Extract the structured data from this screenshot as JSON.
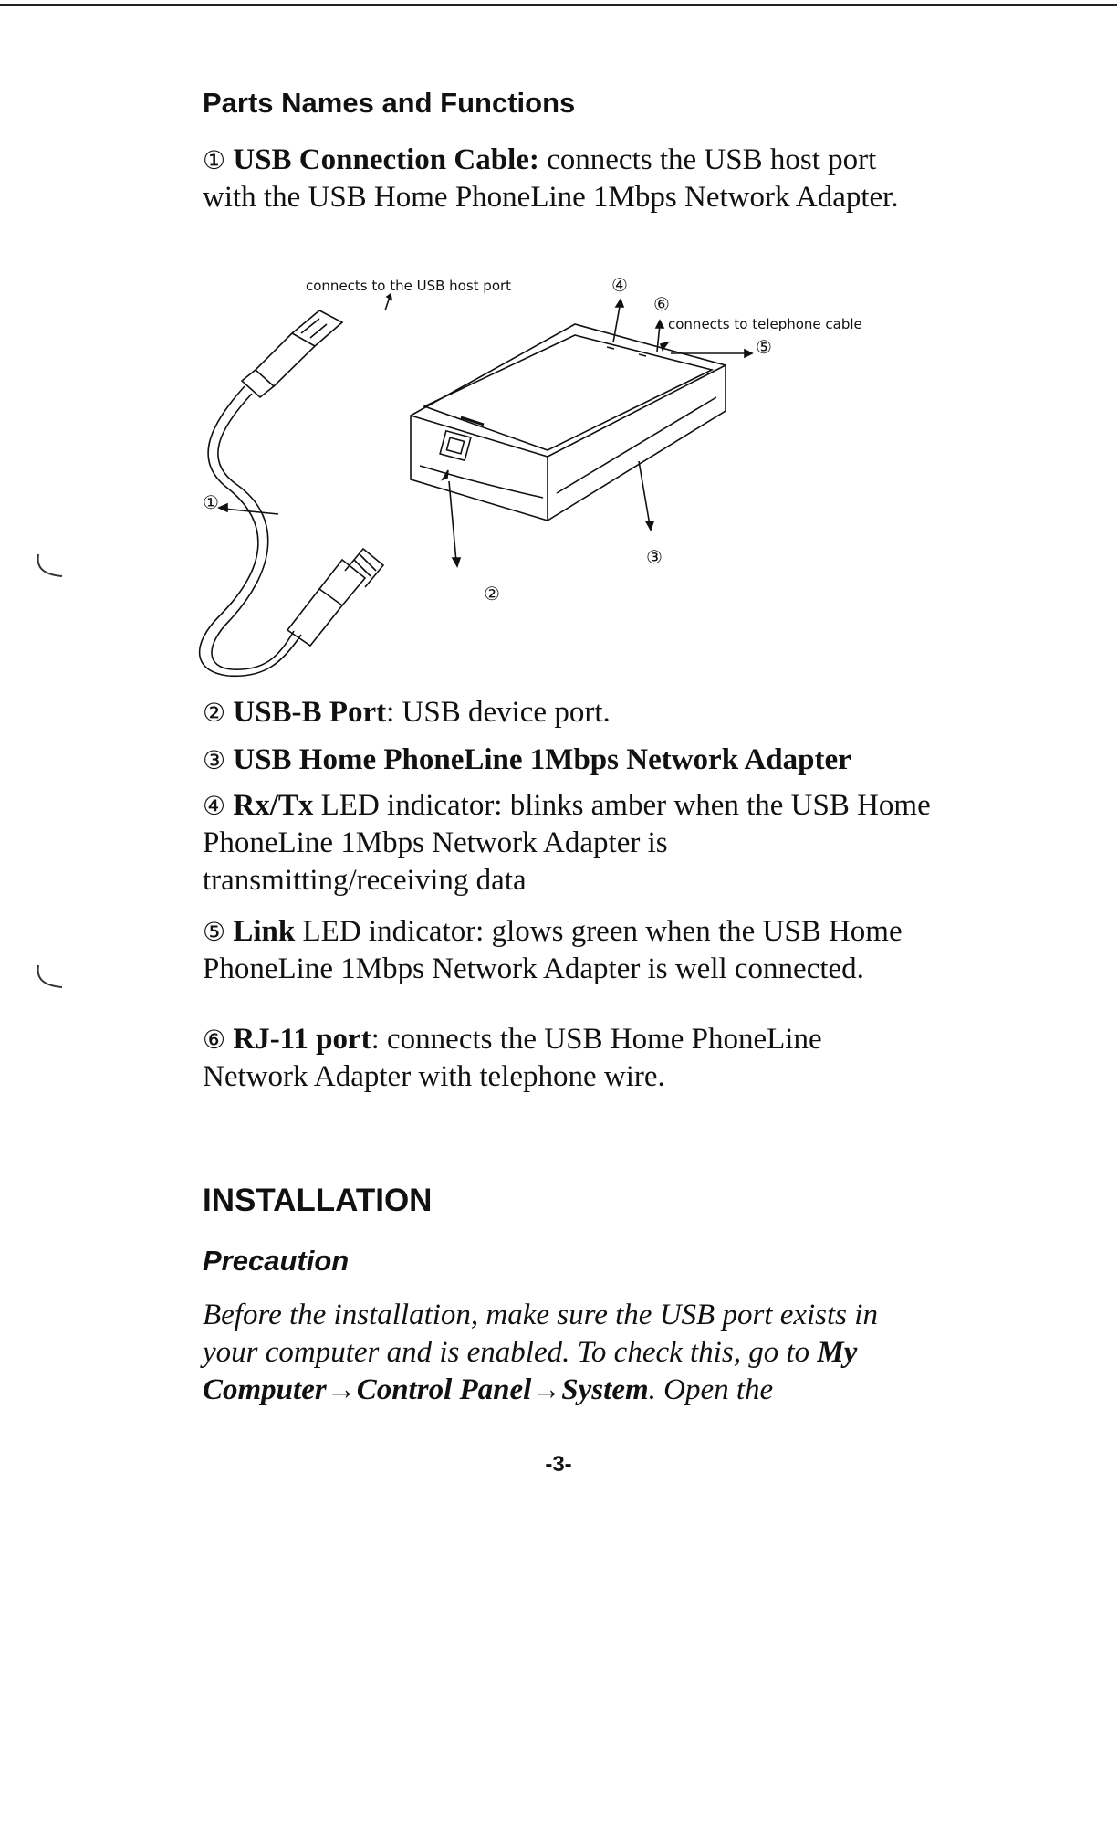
{
  "section_title": "Parts Names and Functions",
  "items": [
    {
      "num": "①",
      "title": "USB Connection Cable:",
      "text": " connects the USB host port with the USB Home PhoneLine 1Mbps Network Adapter."
    },
    {
      "num": "②",
      "title": "USB-B Port",
      "text": ": USB device port."
    },
    {
      "num": "③",
      "title": "USB Home PhoneLine 1Mbps Network Adapter",
      "text": ""
    },
    {
      "num": "④",
      "title": "Rx/Tx",
      "text": " LED indicator: blinks amber when the USB Home PhoneLine 1Mbps Network Adapter is transmitting/receiving data"
    },
    {
      "num": "⑤",
      "title": "Link",
      "text": " LED indicator: glows green when the USB Home PhoneLine 1Mbps Network Adapter is well connected."
    },
    {
      "num": "⑥",
      "title": "RJ-11 port",
      "text": ": connects the USB Home PhoneLine Network Adapter with telephone wire."
    }
  ],
  "diagram": {
    "label_host": "connects to the USB host port",
    "label_phone": "connects to telephone cable",
    "callouts": [
      "①",
      "②",
      "③",
      "④",
      "⑤",
      "⑥"
    ]
  },
  "installation_title": "INSTALLATION",
  "precaution_title": "Precaution",
  "precaution": {
    "text1": "Before the installation, make sure the USB port exists in your computer and is enabled. To check this, go to ",
    "path": "My Computer→Control Panel→System",
    "text2": ". Open the"
  },
  "page_number": "-3-"
}
